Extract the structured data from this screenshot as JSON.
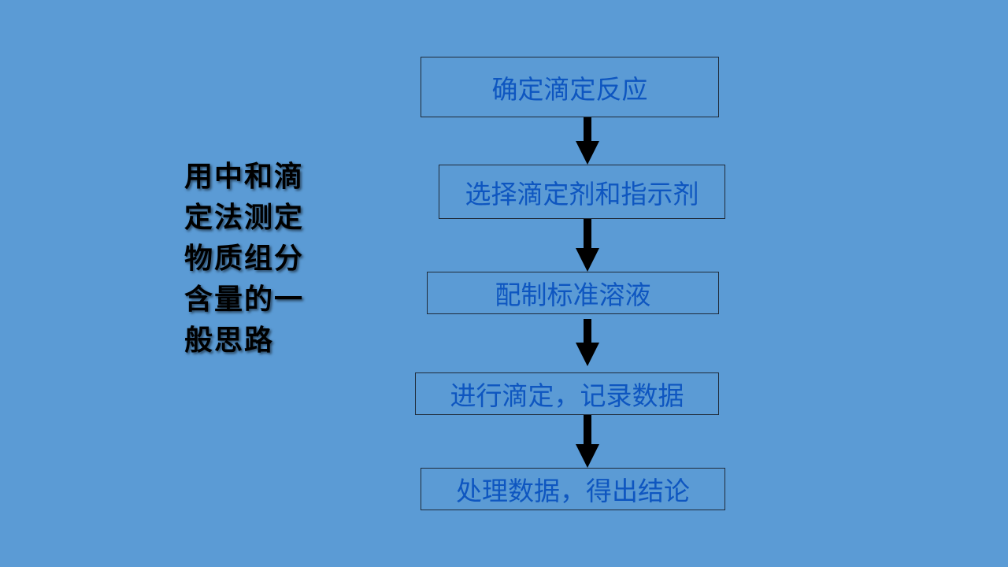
{
  "title": "用中和滴定法测定物质组分含量的一般思路",
  "steps": [
    {
      "label": "确定滴定反应"
    },
    {
      "label": "选择滴定剂和指示剂"
    },
    {
      "label": "配制标准溶液"
    },
    {
      "label": "进行滴定，记录数据"
    },
    {
      "label": "处理数据，得出结论"
    }
  ],
  "colors": {
    "background": "#5b9bd5",
    "step_text": "#0e56c0",
    "arrow": "#000000",
    "title_text": "#000000"
  }
}
